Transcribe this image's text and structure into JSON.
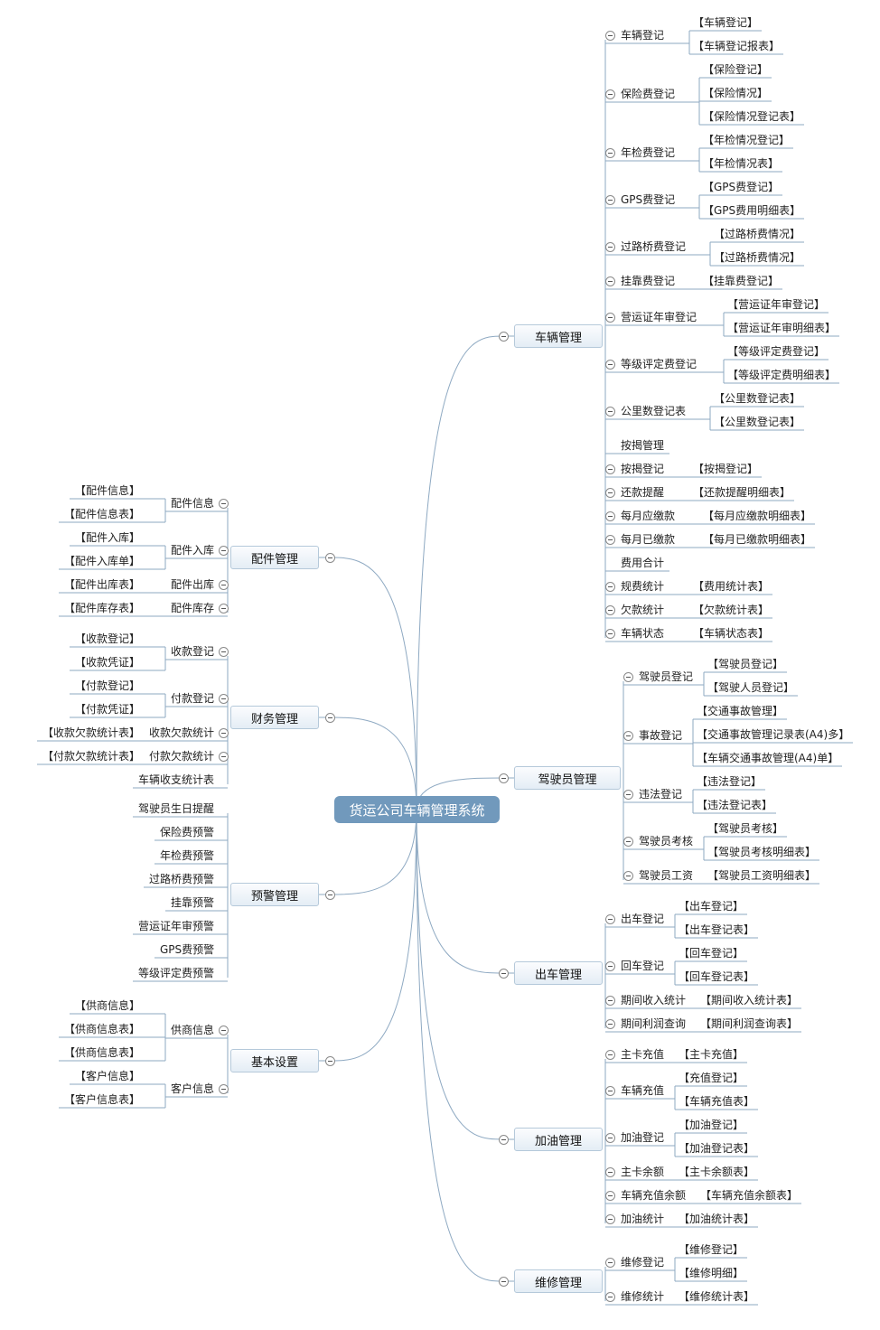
{
  "root": {
    "label": "货运公司车辆管理系统"
  },
  "branches": [
    {
      "id": "b-vehicle",
      "side": "right",
      "label": "车辆管理",
      "children": [
        {
          "label": "车辆登记",
          "leaves": [
            "【车辆登记】",
            "【车辆登记报表】"
          ]
        },
        {
          "label": "保险费登记",
          "leaves": [
            "【保险登记】",
            "【保险情况】",
            "【保险情况登记表】"
          ]
        },
        {
          "label": "年检费登记",
          "leaves": [
            "【年检情况登记】",
            "【年检情况表】"
          ]
        },
        {
          "label": "GPS费登记",
          "leaves": [
            "【GPS费登记】",
            "【GPS费用明细表】"
          ]
        },
        {
          "label": "过路桥费登记",
          "leaves": [
            "【过路桥费情况】",
            "【过路桥费情况】"
          ]
        },
        {
          "label": "挂靠费登记",
          "leaves": [
            "【挂靠费登记】"
          ]
        },
        {
          "label": "营运证年审登记",
          "leaves": [
            "【营运证年审登记】",
            "【营运证年审明细表】"
          ]
        },
        {
          "label": "等级评定费登记",
          "leaves": [
            "【等级评定费登记】",
            "【等级评定费明细表】"
          ]
        },
        {
          "label": "公里数登记表",
          "leaves": [
            "【公里数登记表】",
            "【公里数登记表】"
          ]
        },
        {
          "label": "按揭管理",
          "leaves": []
        },
        {
          "label": "按揭登记",
          "leaves": [
            "【按揭登记】"
          ]
        },
        {
          "label": "还款提醒",
          "leaves": [
            "【还款提醒明细表】"
          ]
        },
        {
          "label": "每月应缴款",
          "leaves": [
            "【每月应缴款明细表】"
          ]
        },
        {
          "label": "每月已缴款",
          "leaves": [
            "【每月已缴款明细表】"
          ]
        },
        {
          "label": "费用合计",
          "leaves": []
        },
        {
          "label": "规费统计",
          "leaves": [
            "【费用统计表】"
          ]
        },
        {
          "label": "欠款统计",
          "leaves": [
            "【欠款统计表】"
          ]
        },
        {
          "label": "车辆状态",
          "leaves": [
            "【车辆状态表】"
          ]
        }
      ]
    },
    {
      "id": "b-driver",
      "side": "right",
      "label": "驾驶员管理",
      "children": [
        {
          "label": "驾驶员登记",
          "leaves": [
            "【驾驶员登记】",
            "【驾驶人员登记】"
          ]
        },
        {
          "label": "事故登记",
          "leaves": [
            "【交通事故管理】",
            "【交通事故管理记录表(A4)多】",
            "【车辆交通事故管理(A4)单】"
          ]
        },
        {
          "label": "违法登记",
          "leaves": [
            "【违法登记】",
            "【违法登记表】"
          ]
        },
        {
          "label": "驾驶员考核",
          "leaves": [
            "【驾驶员考核】",
            "【驾驶员考核明细表】"
          ]
        },
        {
          "label": "驾驶员工资",
          "leaves": [
            "【驾驶员工资明细表】"
          ]
        }
      ]
    },
    {
      "id": "b-dispatch",
      "side": "right",
      "label": "出车管理",
      "children": [
        {
          "label": "出车登记",
          "leaves": [
            "【出车登记】",
            "【出车登记表】"
          ]
        },
        {
          "label": "回车登记",
          "leaves": [
            "【回车登记】",
            "【回车登记表】"
          ]
        },
        {
          "label": "期间收入统计",
          "leaves": [
            "【期间收入统计表】"
          ]
        },
        {
          "label": "期间利润查询",
          "leaves": [
            "【期间利润查询表】"
          ]
        }
      ]
    },
    {
      "id": "b-fuel",
      "side": "right",
      "label": "加油管理",
      "children": [
        {
          "label": "主卡充值",
          "leaves": [
            "【主卡充值】"
          ]
        },
        {
          "label": "车辆充值",
          "leaves": [
            "【充值登记】",
            "【车辆充值表】"
          ]
        },
        {
          "label": "加油登记",
          "leaves": [
            "【加油登记】",
            "【加油登记表】"
          ]
        },
        {
          "label": "主卡余额",
          "leaves": [
            "【主卡余额表】"
          ]
        },
        {
          "label": "车辆充值余额",
          "leaves": [
            "【车辆充值余额表】"
          ]
        },
        {
          "label": "加油统计",
          "leaves": [
            "【加油统计表】"
          ]
        }
      ]
    },
    {
      "id": "b-repair",
      "side": "right",
      "label": "维修管理",
      "children": [
        {
          "label": "维修登记",
          "leaves": [
            "【维修登记】",
            "【维修明细】"
          ]
        },
        {
          "label": "维修统计",
          "leaves": [
            "【维修统计表】"
          ]
        }
      ]
    },
    {
      "id": "b-parts",
      "side": "left",
      "label": "配件管理",
      "children": [
        {
          "label": "配件信息",
          "leaves": [
            "【配件信息】",
            "【配件信息表】"
          ]
        },
        {
          "label": "配件入库",
          "leaves": [
            "【配件入库】",
            "【配件入库单】"
          ]
        },
        {
          "label": "配件出库",
          "leaves": [
            "【配件出库表】"
          ]
        },
        {
          "label": "配件库存",
          "leaves": [
            "【配件库存表】"
          ]
        }
      ]
    },
    {
      "id": "b-finance",
      "side": "left",
      "label": "财务管理",
      "children": [
        {
          "label": "收款登记",
          "leaves": [
            "【收款登记】",
            "【收款凭证】"
          ]
        },
        {
          "label": "付款登记",
          "leaves": [
            "【付款登记】",
            "【付款凭证】"
          ]
        },
        {
          "label": "收款欠款统计",
          "leaves": [
            "【收款欠款统计表】"
          ]
        },
        {
          "label": "付款欠款统计",
          "leaves": [
            "【付款欠款统计表】"
          ]
        },
        {
          "label": "车辆收支统计表",
          "leaves": []
        }
      ]
    },
    {
      "id": "b-warning",
      "side": "left",
      "label": "预警管理",
      "children": [
        {
          "label": "驾驶员生日提醒",
          "leaves": []
        },
        {
          "label": "保险费预警",
          "leaves": []
        },
        {
          "label": "年检费预警",
          "leaves": []
        },
        {
          "label": "过路桥费预警",
          "leaves": []
        },
        {
          "label": "挂靠预警",
          "leaves": []
        },
        {
          "label": "营运证年审预警",
          "leaves": []
        },
        {
          "label": "GPS费预警",
          "leaves": []
        },
        {
          "label": "等级评定费预警",
          "leaves": []
        }
      ]
    },
    {
      "id": "b-settings",
      "side": "left",
      "label": "基本设置",
      "children": [
        {
          "label": "供商信息",
          "leaves": [
            "【供商信息】",
            "【供商信息表】",
            "【供商信息表】"
          ]
        },
        {
          "label": "客户信息",
          "leaves": [
            "【客户信息】",
            "【客户信息表】"
          ]
        }
      ]
    }
  ]
}
